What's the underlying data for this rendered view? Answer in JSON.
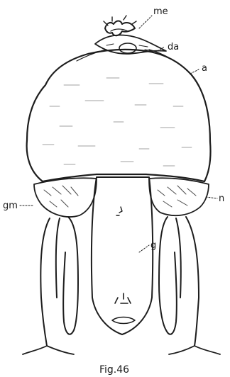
{
  "figure": {
    "caption": "Fig.46",
    "labels": {
      "me": "me",
      "da": "da",
      "a": "a",
      "n": "n",
      "gm": "gm",
      "g": "g"
    }
  }
}
